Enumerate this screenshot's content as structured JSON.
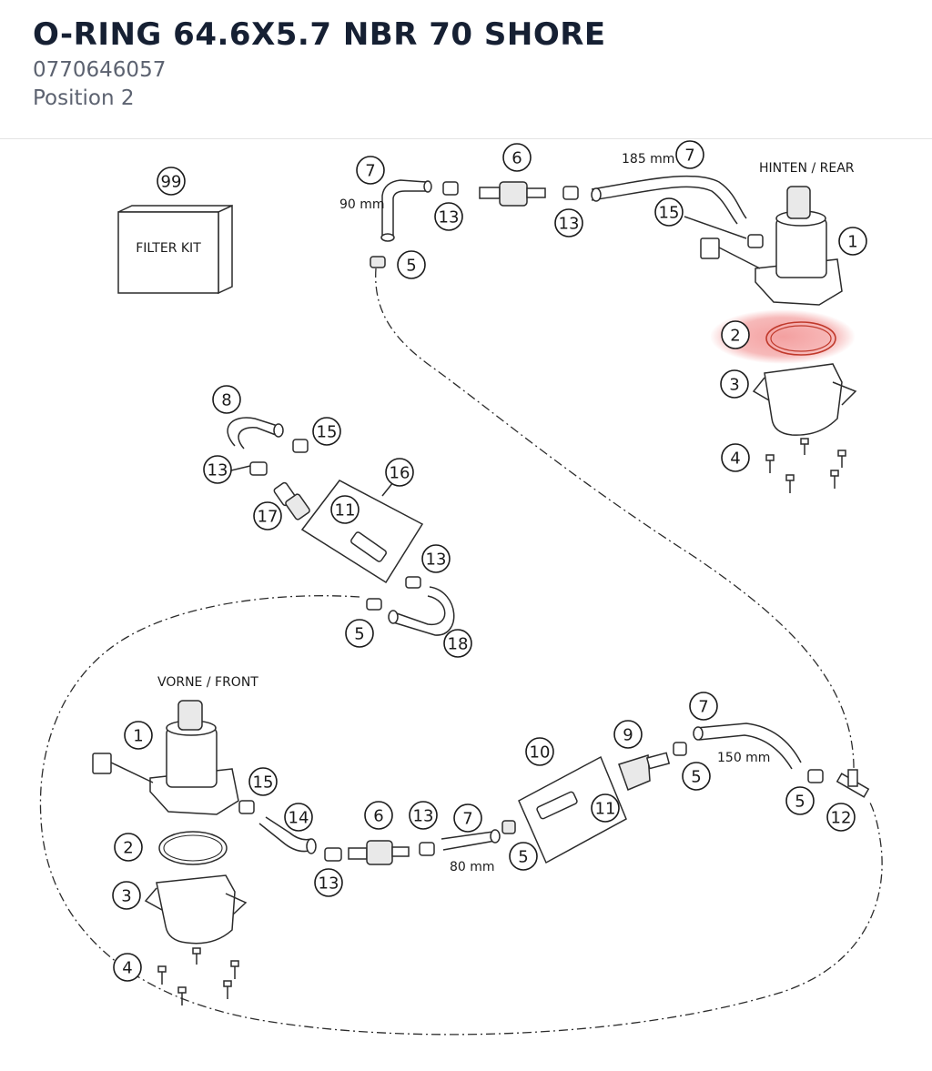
{
  "header": {
    "title": "O-RING 64.6X5.7 NBR 70 SHORE",
    "part_number": "0770646057",
    "position": "Position 2"
  },
  "diagram": {
    "filter_kit_label": "FILTER KIT",
    "rear_label": "HINTEN / REAR",
    "front_label": "VORNE / FRONT",
    "lengths": {
      "mm90": "90 mm",
      "mm185": "185 mm",
      "mm150": "150 mm",
      "mm80": "80 mm"
    },
    "callouts": {
      "c99": "99",
      "c7a": "7",
      "c13a": "13",
      "c6a": "6",
      "c13b": "13",
      "c7b": "7",
      "c15a": "15",
      "c1a": "1",
      "c5a": "5",
      "c2a": "2",
      "c3a": "3",
      "c4a": "4",
      "c8": "8",
      "c15b": "15",
      "c13c": "13",
      "c16": "16",
      "c11a": "11",
      "c17": "17",
      "c13d": "13",
      "c5b": "5",
      "c18": "18",
      "c1b": "1",
      "c15c": "15",
      "c14": "14",
      "c2b": "2",
      "c3b": "3",
      "c4b": "4",
      "c6b": "6",
      "c13e": "13",
      "c7c": "7",
      "c13f": "13",
      "c5c": "5",
      "c10": "10",
      "c11b": "11",
      "c9": "9",
      "c5d": "5",
      "c7d": "7",
      "c5e": "5",
      "c12": "12"
    },
    "highlight_color": "#f08080"
  }
}
